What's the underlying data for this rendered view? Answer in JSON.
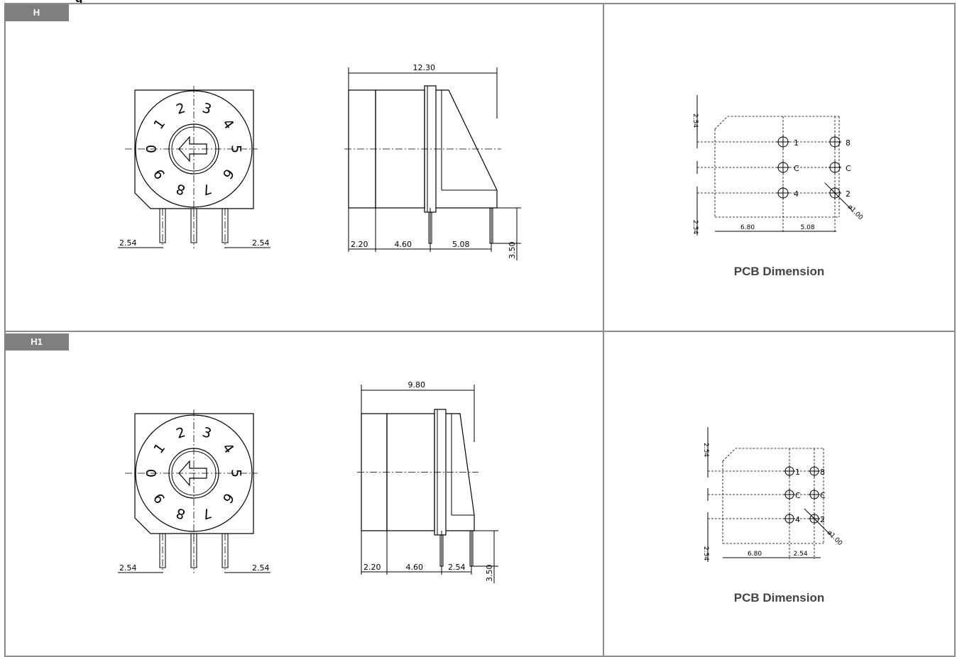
{
  "header_partial_text": "g",
  "sections": [
    {
      "tag": "H",
      "pcb_caption": "PCB Dimension",
      "front": {
        "digits": [
          "0",
          "1",
          "2",
          "3",
          "4",
          "5",
          "6",
          "7",
          "8",
          "9"
        ],
        "dim_left": "2.54",
        "dim_right": "2.54"
      },
      "side": {
        "dim_overall": "12.30",
        "dim_a": "2.20",
        "dim_b": "4.60",
        "dim_c": "5.08",
        "dim_pin": "3.50"
      },
      "pcb": {
        "dim_top": "2.54",
        "dim_bottom": "2.54",
        "dim_x1": "6.80",
        "dim_x2": "5.08",
        "hole": "ø1.00",
        "row1": [
          "1",
          "8"
        ],
        "row2": [
          "C",
          "C"
        ],
        "row3": [
          "4",
          "2"
        ]
      }
    },
    {
      "tag": "H1",
      "pcb_caption": "PCB Dimension",
      "front": {
        "digits": [
          "0",
          "1",
          "2",
          "3",
          "4",
          "5",
          "6",
          "7",
          "8",
          "9"
        ],
        "dim_left": "2.54",
        "dim_right": "2.54"
      },
      "side": {
        "dim_overall": "9.80",
        "dim_a": "2.20",
        "dim_b": "4.60",
        "dim_c": "2.54",
        "dim_pin": "3.50"
      },
      "pcb": {
        "dim_top": "2.54",
        "dim_bottom": "2.54",
        "dim_x1": "6.80",
        "dim_x2": "2.54",
        "hole": "ø1.00",
        "row1": [
          "1",
          "8"
        ],
        "row2": [
          "C",
          "C"
        ],
        "row3": [
          "4",
          "2"
        ]
      }
    }
  ]
}
